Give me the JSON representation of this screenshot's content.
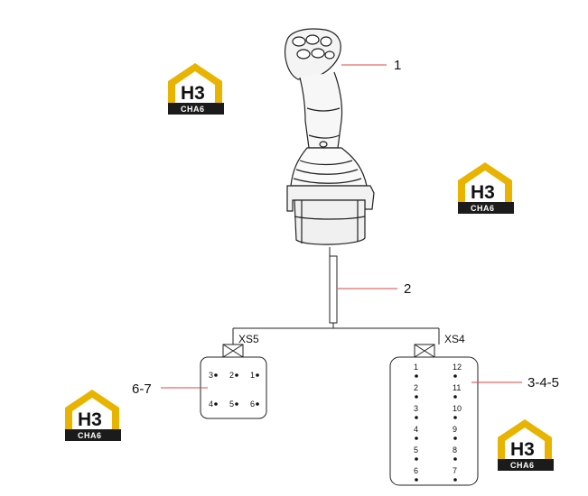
{
  "callouts": {
    "c1": "1",
    "c2": "2",
    "c67": "6-7",
    "c345": "3-4-5"
  },
  "connectors": {
    "xs5": {
      "label": "XS5",
      "pins": [
        {
          "num": "3"
        },
        {
          "num": "2"
        },
        {
          "num": "1"
        },
        {
          "num": "4"
        },
        {
          "num": "5"
        },
        {
          "num": "6"
        }
      ]
    },
    "xs4": {
      "label": "XS4",
      "pins": [
        {
          "num": "1"
        },
        {
          "num": "12"
        },
        {
          "num": "2"
        },
        {
          "num": "11"
        },
        {
          "num": "3"
        },
        {
          "num": "10"
        },
        {
          "num": "4"
        },
        {
          "num": "9"
        },
        {
          "num": "5"
        },
        {
          "num": "8"
        },
        {
          "num": "6"
        },
        {
          "num": "7"
        }
      ]
    }
  },
  "watermark": {
    "mark": "H3",
    "word": "CHA6",
    "accent": "#e8b400",
    "dark": "#1b1b1b"
  }
}
